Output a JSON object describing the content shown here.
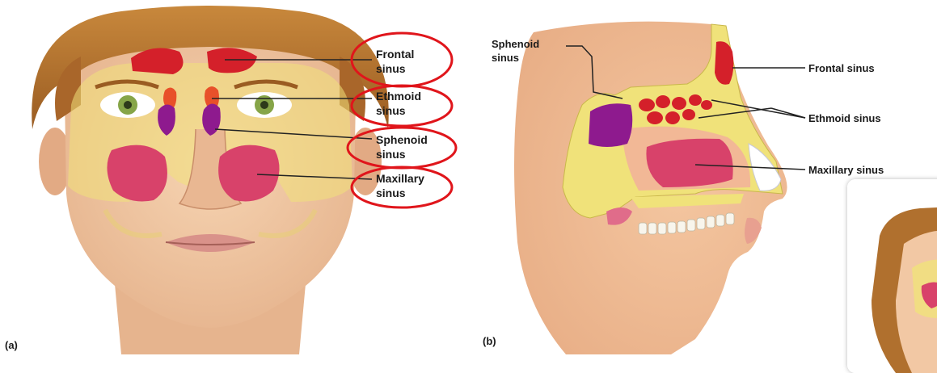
{
  "panel_a": {
    "tag": "(a)",
    "labels": [
      {
        "line1": "Frontal",
        "line2": "sinus"
      },
      {
        "line1": "Ethmoid",
        "line2": "sinus"
      },
      {
        "line1": "Sphenoid",
        "line2": "sinus"
      },
      {
        "line1": "Maxillary",
        "line2": "sinus"
      }
    ]
  },
  "panel_b": {
    "tag": "(b)",
    "sphenoid": {
      "line1": "Sphenoid",
      "line2": "sinus"
    },
    "frontal": "Frontal sinus",
    "ethmoid": "Ethmoid sinus",
    "maxillary": "Maxillary sinus"
  },
  "colors": {
    "frontal": "#d4202a",
    "ethmoid": "#e8502a",
    "sphenoid": "#8e1a8e",
    "maxillary": "#d8426a",
    "bone": "#f0e27a",
    "skin": "#f2c8a4",
    "hair": "#b0702e",
    "highlight_ring": "#e0151b"
  },
  "icons": [
    "face-frontal-illustration",
    "head-sagittal-illustration",
    "thumbnail-preview-image"
  ]
}
